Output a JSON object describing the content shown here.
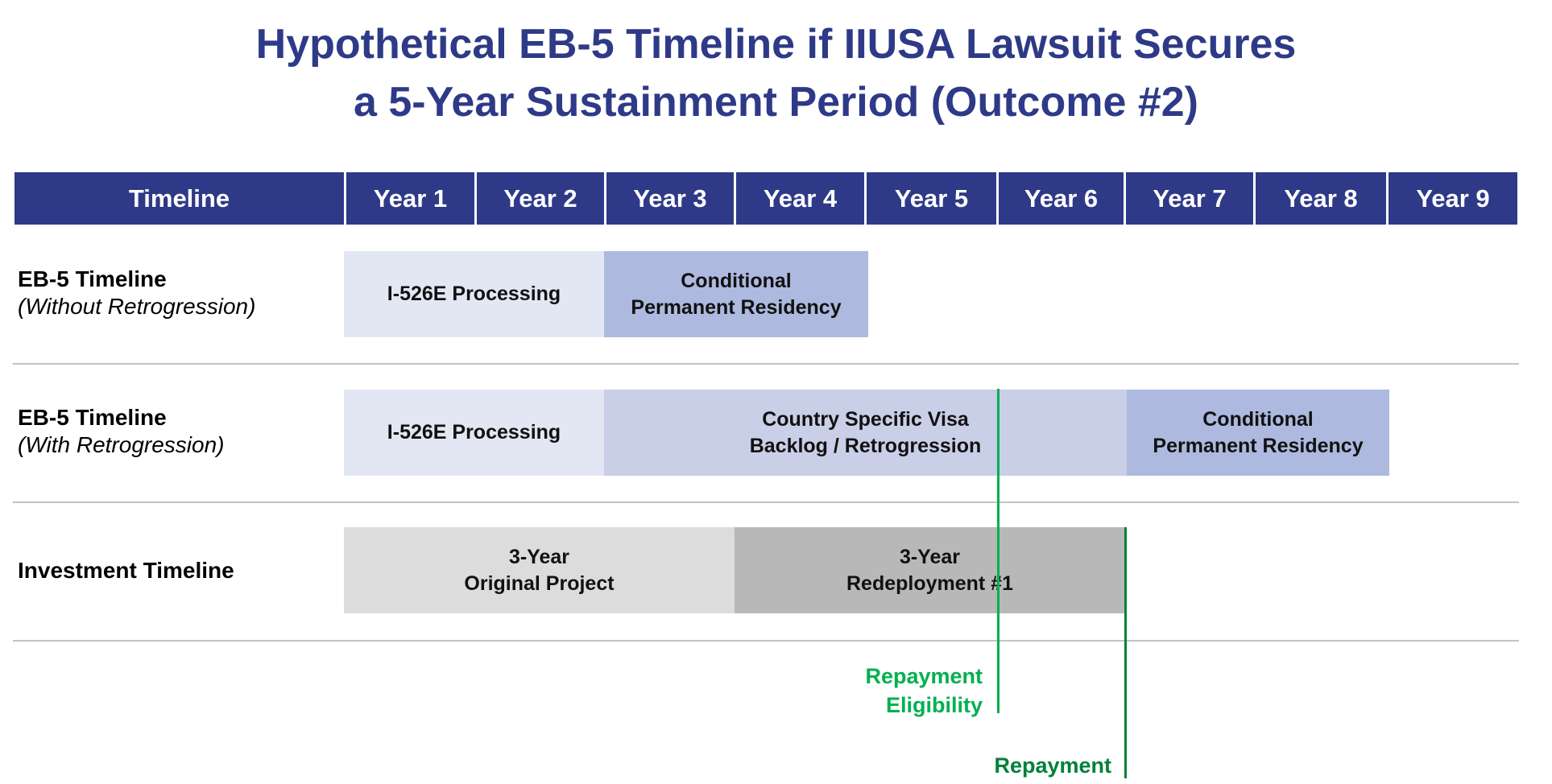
{
  "title": {
    "line1": "Hypothetical EB-5 Timeline if IIUSA Lawsuit Secures",
    "line2": "a 5-Year Sustainment Period (Outcome #2)"
  },
  "header": {
    "timeline_label": "Timeline",
    "years": [
      "Year 1",
      "Year 2",
      "Year 3",
      "Year 4",
      "Year 5",
      "Year 6",
      "Year 7",
      "Year 8",
      "Year 9"
    ]
  },
  "colors": {
    "navy": "#2e3a87",
    "light_blue": "#e3e6f3",
    "mid_blue": "#c9cfe7",
    "blue": "#aeb9df",
    "light_gray": "#dcdcdc",
    "gray": "#b8b8b8",
    "green_light": "#00b050",
    "green_dark": "#00803a"
  },
  "rows": [
    {
      "label": "EB-5 Timeline",
      "sublabel": "(Without Retrogression)",
      "segments": [
        {
          "line1": "I-526E Processing",
          "line2": "",
          "start_year": 0,
          "end_year": 2
        },
        {
          "line1": "Conditional",
          "line2": "Permanent Residency",
          "start_year": 2,
          "end_year": 4
        }
      ]
    },
    {
      "label": "EB-5 Timeline",
      "sublabel": "(With Retrogression)",
      "segments": [
        {
          "line1": "I-526E Processing",
          "line2": "",
          "start_year": 0,
          "end_year": 2
        },
        {
          "line1": "Country Specific Visa",
          "line2": "Backlog / Retrogression",
          "start_year": 2,
          "end_year": 6
        },
        {
          "line1": "Conditional",
          "line2": "Permanent Residency",
          "start_year": 6,
          "end_year": 8
        }
      ]
    },
    {
      "label": "Investment Timeline",
      "sublabel": "",
      "segments": [
        {
          "line1": "3-Year",
          "line2": "Original Project",
          "start_year": 0,
          "end_year": 3
        },
        {
          "line1": "3-Year",
          "line2": "Redeployment #1",
          "start_year": 3,
          "end_year": 6
        }
      ]
    }
  ],
  "markers": [
    {
      "line1": "Repayment",
      "line2": "Eligibility",
      "year": 5
    },
    {
      "line1": "Repayment",
      "line2": "",
      "year": 6
    }
  ]
}
